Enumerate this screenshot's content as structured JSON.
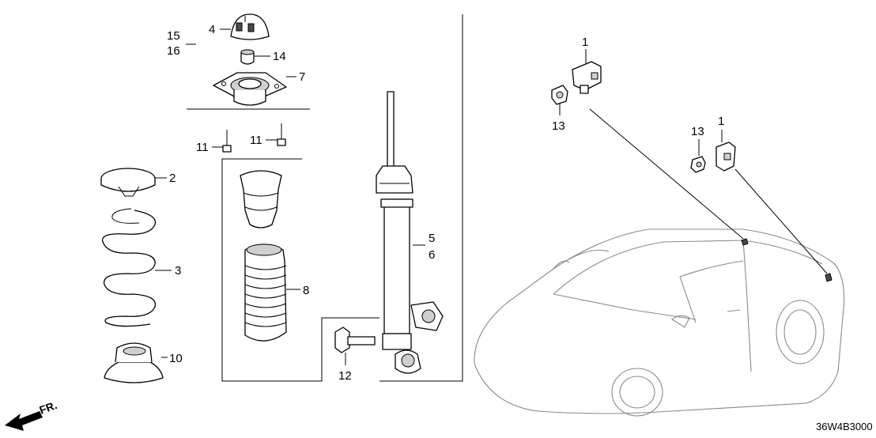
{
  "callouts": {
    "c1a": "1",
    "c1b": "1",
    "c2": "2",
    "c3": "3",
    "c4": "4",
    "c5": "5",
    "c6": "6",
    "c7": "7",
    "c8": "8",
    "c10": "10",
    "c11a": "11",
    "c11b": "11",
    "c12": "12",
    "c13a": "13",
    "c13b": "13",
    "c14": "14",
    "c15": "15",
    "c16": "16"
  },
  "direction_label": "FR.",
  "diagram_code": "36W4B3000"
}
